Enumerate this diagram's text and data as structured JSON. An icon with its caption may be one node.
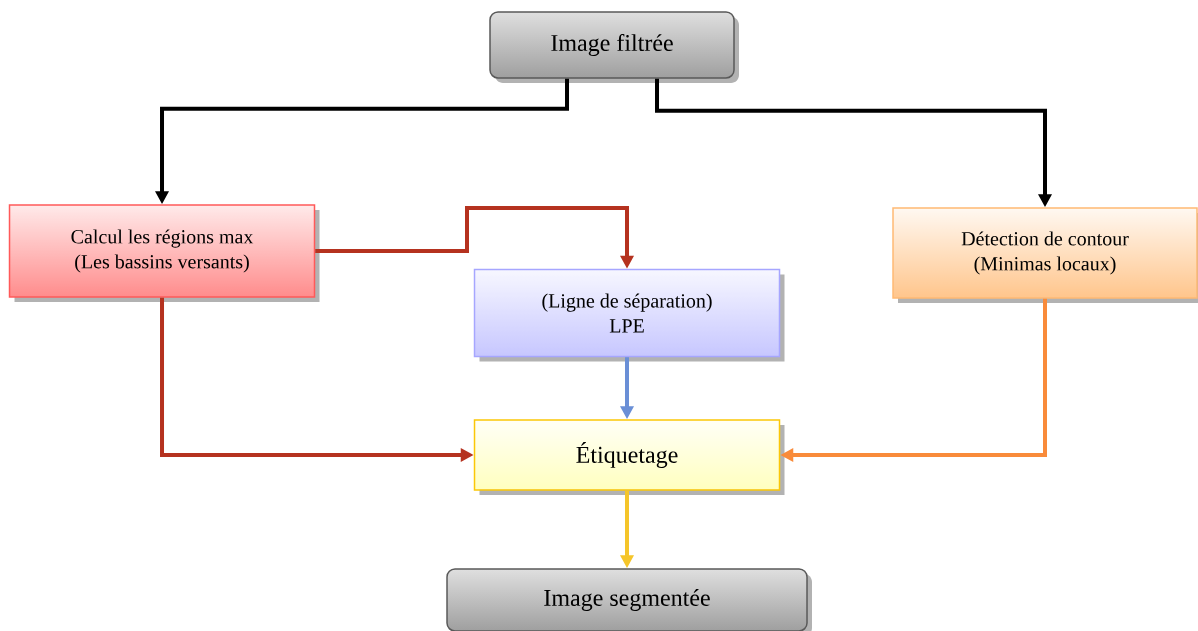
{
  "diagram": {
    "nodes": [
      {
        "text": [
          "Image filtrée"
        ]
      },
      {
        "text": [
          "Calcul les régions max",
          "(Les bassins versants)"
        ]
      },
      {
        "text": [
          "(Ligne de séparation)",
          "LPE"
        ]
      },
      {
        "text": [
          "Détection de contour",
          "(Minimas locaux)"
        ]
      },
      {
        "text": [
          "Étiquetage"
        ]
      },
      {
        "text": [
          "Image segmentée"
        ]
      }
    ],
    "edges": [
      {
        "from": 0,
        "to": 1,
        "arrow": "to",
        "color": "#000000"
      },
      {
        "from": 0,
        "to": 3,
        "arrow": "to",
        "color": "#000000"
      },
      {
        "from": 1,
        "to": 2,
        "arrow": "to",
        "color": "#b5321f"
      },
      {
        "from": 1,
        "to": 4,
        "arrow": "to",
        "color": "#b5321f"
      },
      {
        "from": 2,
        "to": 4,
        "arrow": "to",
        "color": "#6a8fd6"
      },
      {
        "from": 3,
        "to": 4,
        "arrow": "to",
        "color": "#f98b3a"
      },
      {
        "from": 4,
        "to": 5,
        "arrow": "to",
        "color": "#f5c52a"
      }
    ]
  }
}
